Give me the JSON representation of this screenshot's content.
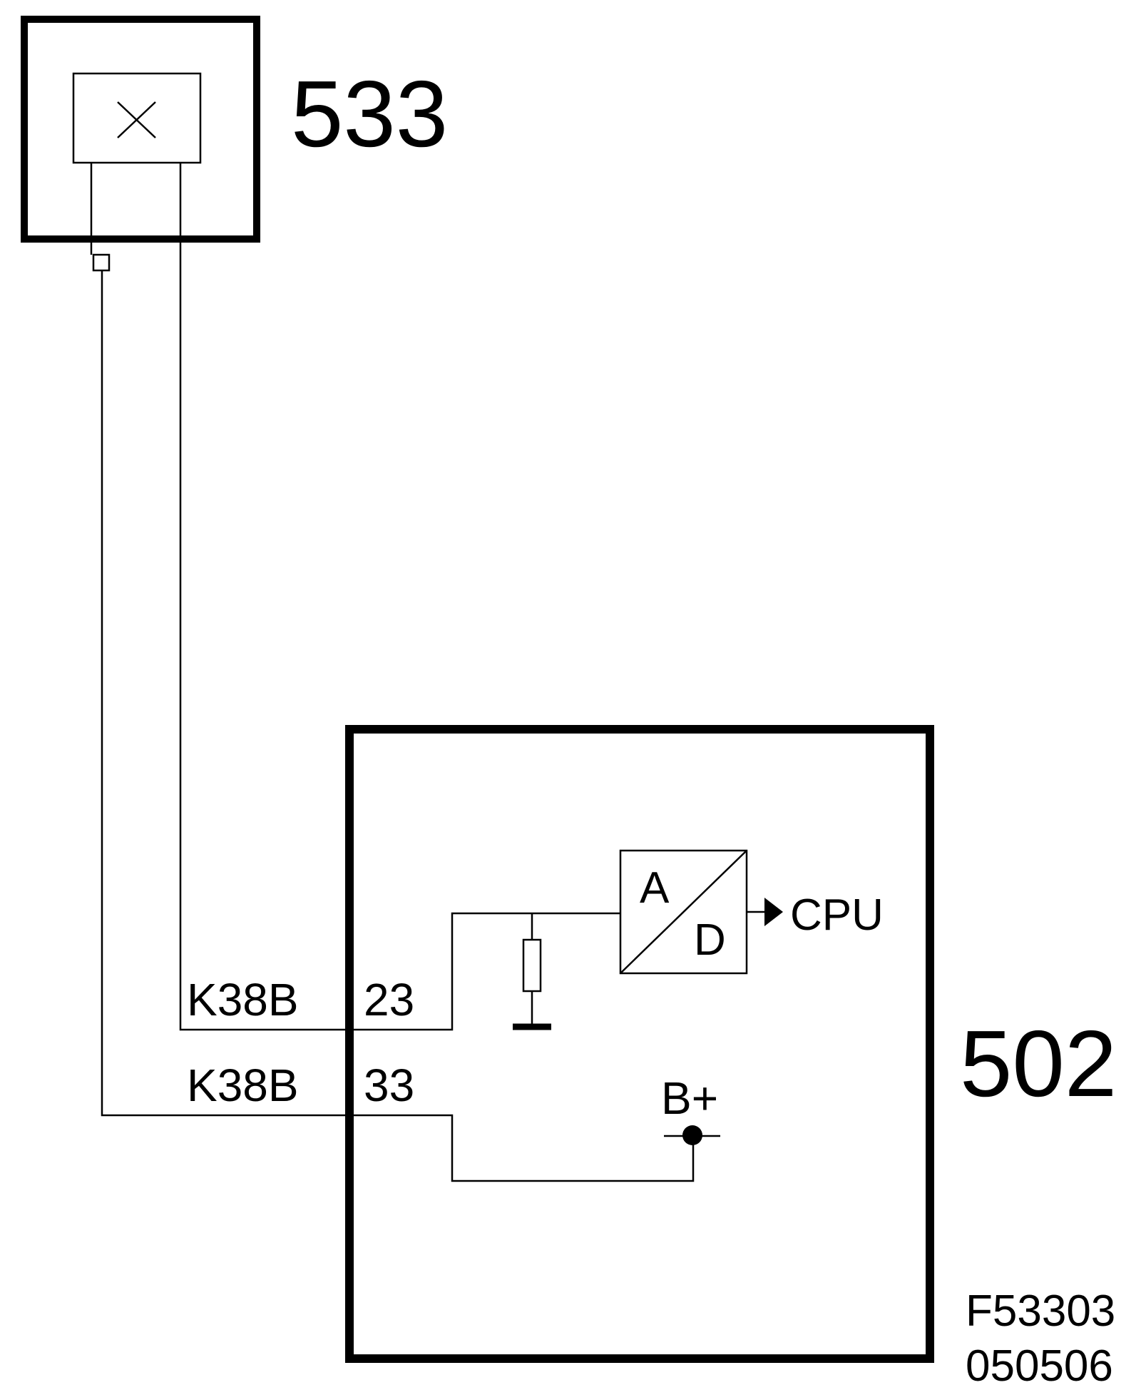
{
  "components": {
    "sensor": {
      "id_label": "533",
      "element_icon": "cross-element-icon",
      "connector_icon": "connector-icon"
    },
    "control_unit": {
      "id_label": "502",
      "adc": {
        "analog_label": "A",
        "digital_label": "D",
        "output_label": "CPU",
        "arrow_icon": "arrow-right-icon"
      },
      "resistor_icon": "resistor-icon",
      "ground_icon": "ground-icon",
      "supply_label": "B+",
      "supply_icon": "terminal-dot-icon"
    }
  },
  "pins": [
    {
      "connector": "K38B",
      "pin": "23"
    },
    {
      "connector": "K38B",
      "pin": "33"
    }
  ],
  "footer": {
    "figure_code": "F53303",
    "date_code": "050506"
  },
  "colors": {
    "line": "#000000",
    "background": "#ffffff"
  }
}
